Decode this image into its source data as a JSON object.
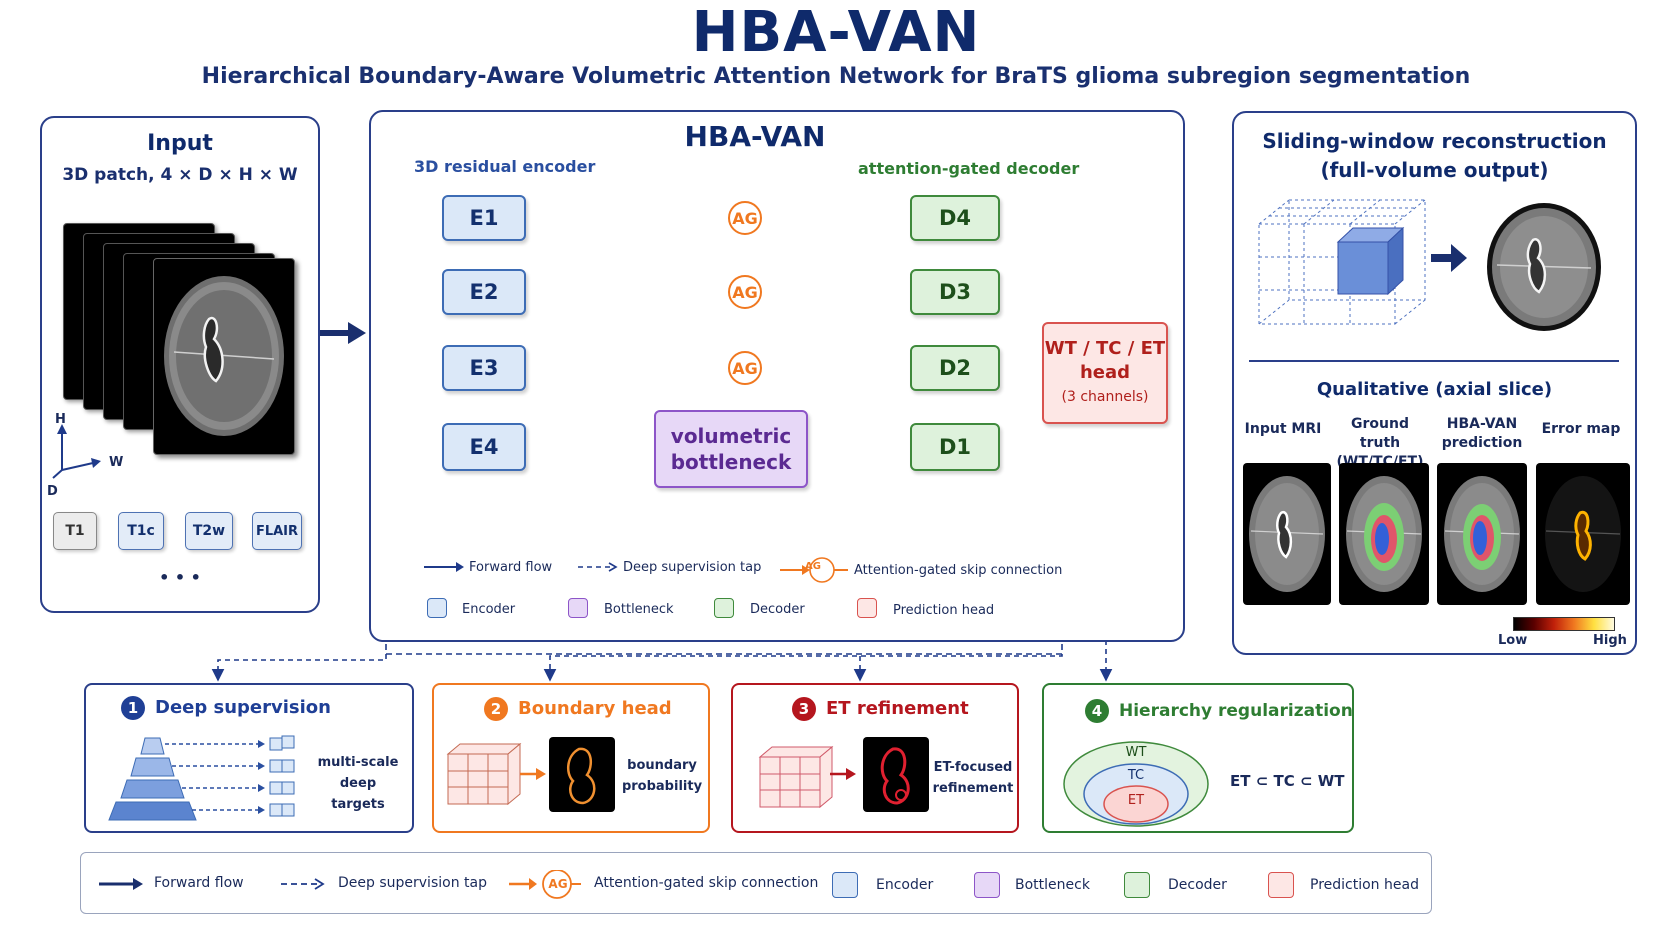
{
  "title": "HBA-VAN",
  "subtitle": "Hierarchical Boundary-Aware Volumetric Attention Network for BraTS glioma subregion segmentation",
  "input": {
    "title": "Input",
    "shape": "3D patch, 4 × D × H × W",
    "axes": {
      "h": "H",
      "w": "W",
      "d": "D"
    },
    "modalities": [
      "T1",
      "T1c",
      "T2w",
      "FLAIR"
    ],
    "more": "• • •"
  },
  "network": {
    "title": "HBA-VAN",
    "encoder_label": "3D residual encoder",
    "decoder_label": "attention-gated decoder",
    "encoders": [
      "E1",
      "E2",
      "E3",
      "E4"
    ],
    "decoders": [
      "D4",
      "D3",
      "D2",
      "D1"
    ],
    "ag": "AG",
    "bottleneck": [
      "volumetric",
      "bottleneck"
    ],
    "head": [
      "WT / TC / ET",
      "head",
      "(3 channels)"
    ],
    "legend": {
      "forward": "Forward flow",
      "tap": "Deep supervision tap",
      "attn": "Attention-gated skip connection",
      "encoder": "Encoder",
      "bottleneck": "Bottleneck",
      "decoder": "Decoder",
      "head": "Prediction head"
    }
  },
  "output": {
    "title_line1": "Sliding-window reconstruction",
    "title_line2": "(full-volume output)",
    "qual_title": "Qualitative (axial slice)",
    "columns": [
      "Input MRI",
      "Ground truth\n(WT/TC/ET)",
      "HBA-VAN\nprediction",
      "Error map"
    ],
    "scale_low": "Low",
    "scale_high": "High"
  },
  "modules": [
    {
      "num": "1",
      "title": "Deep supervision",
      "text": "multi-scale\ndeep targets",
      "color": "#1f3f96"
    },
    {
      "num": "2",
      "title": "Boundary head",
      "text": "boundary\nprobability",
      "color": "#f07820"
    },
    {
      "num": "3",
      "title": "ET refinement",
      "text": "ET-focused\nrefinement",
      "color": "#b5161e"
    },
    {
      "num": "4",
      "title": "Hierarchy regularization",
      "text": "ET ⊂ TC ⊂ WT",
      "color": "#2e7d32",
      "sets": [
        "WT",
        "TC",
        "ET"
      ]
    }
  ],
  "bottom_legend": {
    "forward": "Forward flow",
    "tap": "Deep supervision tap",
    "ag": "AG",
    "attn": "Attention-gated skip connection",
    "encoder": "Encoder",
    "bottleneck": "Bottleneck",
    "decoder": "Decoder",
    "head": "Prediction head"
  },
  "colors": {
    "navy": "#0f2a6b",
    "orange": "#f07820",
    "encoder": "#dbe8f8",
    "decoder": "#def2dc",
    "bottleneck": "#e7d8f7",
    "head": "#fde7e5"
  }
}
